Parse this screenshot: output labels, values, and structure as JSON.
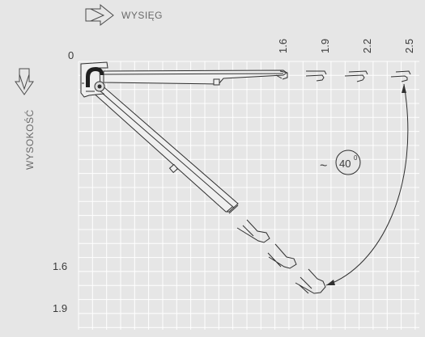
{
  "labels": {
    "horizontal_axis": "WYSIĘG",
    "vertical_axis": "WYSOKOŚĆ",
    "origin": "0",
    "reach_ticks": [
      "1.6",
      "1.9",
      "2.2",
      "2.5"
    ],
    "height_ticks": [
      "1.6",
      "1.9"
    ],
    "angle_prefix": "~",
    "angle_value": "40",
    "angle_unit": "0"
  },
  "colors": {
    "background": "#e6e6e6",
    "grid": "#ffffff",
    "line": "#303030"
  },
  "icons": [
    "right-arrow-icon",
    "down-arrow-icon"
  ]
}
